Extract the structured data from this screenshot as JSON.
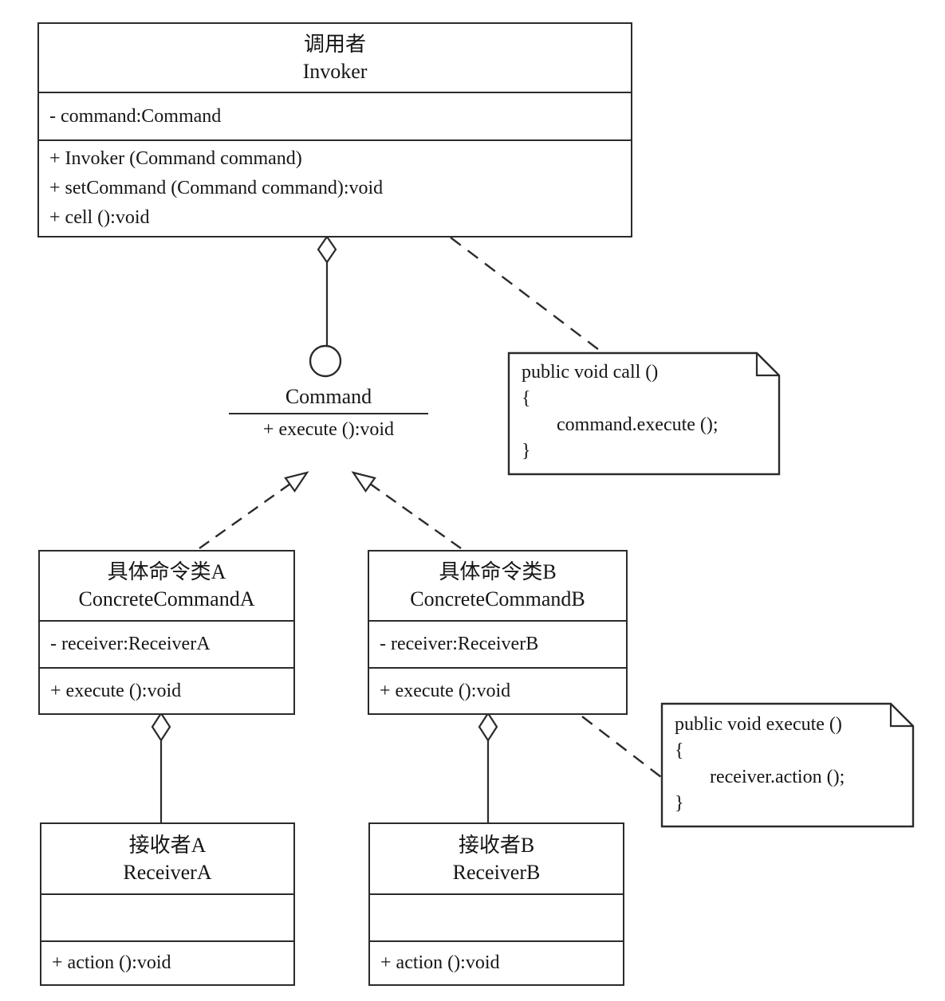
{
  "diagram": {
    "pattern_name": "Command pattern UML class diagram",
    "colors": {
      "line": "#2b2b2b",
      "background": "#ffffff",
      "text": "#161616"
    },
    "classes": {
      "invoker": {
        "title_zh": "调用者",
        "title_en": "Invoker",
        "attributes": [
          "- command:Command"
        ],
        "methods": [
          "+ Invoker (Command command)",
          "+ setCommand (Command command):void",
          "+ cell ():void"
        ]
      },
      "command_interface": {
        "name": "Command",
        "method": "+ execute ():void"
      },
      "concrete_command_a": {
        "title_zh": "具体命令类A",
        "title_en": "ConcreteCommandA",
        "attributes": [
          "- receiver:ReceiverA"
        ],
        "methods": [
          "+ execute ():void"
        ]
      },
      "concrete_command_b": {
        "title_zh": "具体命令类B",
        "title_en": "ConcreteCommandB",
        "attributes": [
          "- receiver:ReceiverB"
        ],
        "methods": [
          "+ execute ():void"
        ]
      },
      "receiver_a": {
        "title_zh": "接收者A",
        "title_en": "ReceiverA",
        "attributes": [],
        "methods": [
          "+ action ():void"
        ]
      },
      "receiver_b": {
        "title_zh": "接收者B",
        "title_en": "ReceiverB",
        "attributes": [],
        "methods": [
          "+ action ():void"
        ]
      }
    },
    "notes": {
      "call_note": {
        "lines": [
          "public void call ()",
          "{",
          "command.execute ();",
          "}"
        ]
      },
      "execute_note": {
        "lines": [
          "public void execute ()",
          "{",
          "receiver.action ();",
          "}"
        ]
      }
    },
    "relationships": [
      {
        "type": "aggregation",
        "from": "Invoker",
        "to": "Command"
      },
      {
        "type": "realization",
        "from": "ConcreteCommandA",
        "to": "Command"
      },
      {
        "type": "realization",
        "from": "ConcreteCommandB",
        "to": "Command"
      },
      {
        "type": "aggregation",
        "from": "ConcreteCommandA",
        "to": "ReceiverA"
      },
      {
        "type": "aggregation",
        "from": "ConcreteCommandB",
        "to": "ReceiverB"
      },
      {
        "type": "note-link",
        "from": "Invoker",
        "to": "call_note"
      },
      {
        "type": "note-link",
        "from": "ConcreteCommandB",
        "to": "execute_note"
      }
    ]
  }
}
